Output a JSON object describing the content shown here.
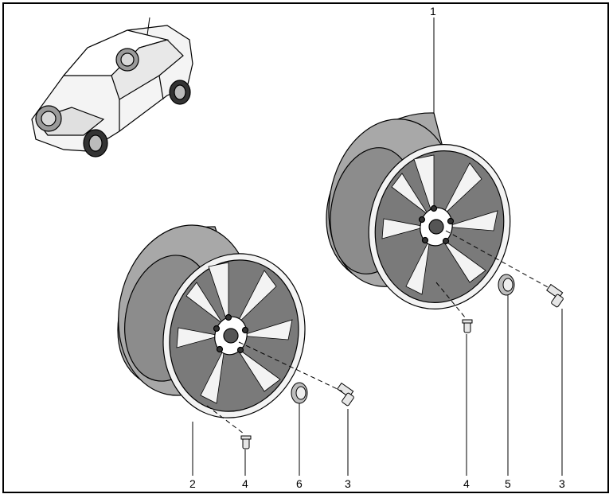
{
  "callouts": {
    "c1": "1",
    "c2": "2",
    "c4a": "4",
    "c6": "6",
    "c3a": "3",
    "c4b": "4",
    "c5": "5",
    "c3b": "3"
  },
  "colors": {
    "tire": "#a8a8a8",
    "rim_dark": "#7a7a7a",
    "rim_light": "#f3f3f3",
    "line": "#000000"
  }
}
